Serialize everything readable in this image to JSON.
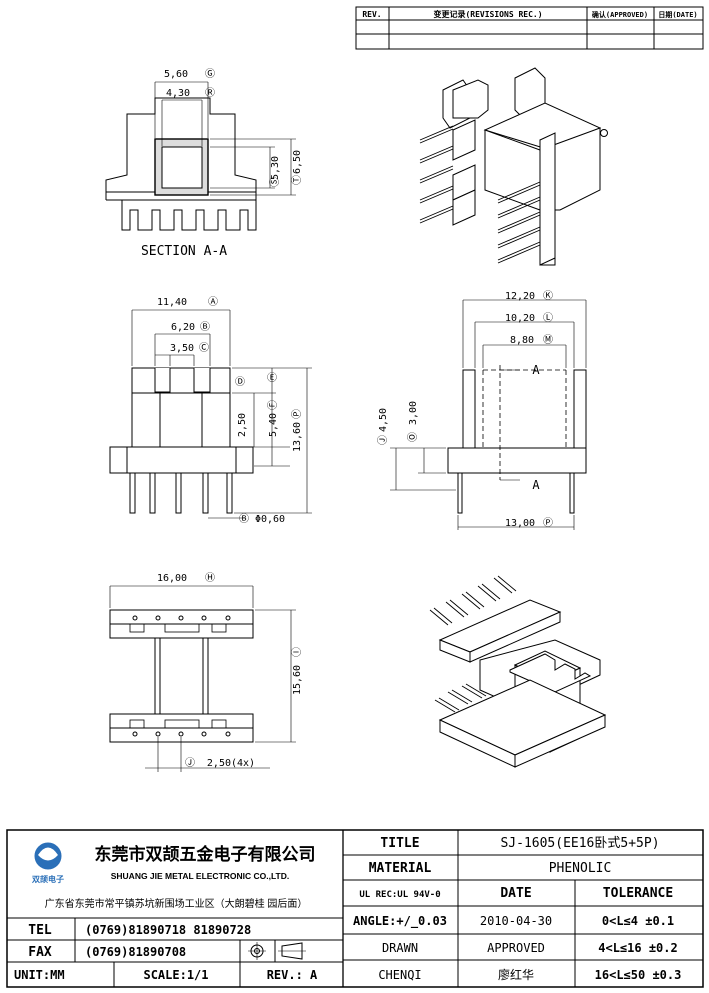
{
  "revision_table": {
    "col_rev": "REV.",
    "col_records": "变更记录(REVISIONS REC.)",
    "col_approved": "确认(APPROVED)",
    "col_date": "日期(DATE)"
  },
  "section_label": "SECTION A-A",
  "dimensions": {
    "sec_w_outer": "5,60",
    "sec_w_outer_tag": "Ⓖ",
    "sec_w_inner": "4,30",
    "sec_w_inner_tag": "Ⓡ",
    "sec_h_inner": "5,30",
    "sec_h_inner_tag": "Ⓢ",
    "sec_h_outer": "6,50",
    "sec_h_outer_tag": "Ⓣ",
    "front_w_total": "11,40",
    "front_w_total_tag": "Ⓐ",
    "front_w_mid": "6,20",
    "front_w_mid_tag": "Ⓑ",
    "front_w_slot": "3,50",
    "front_w_slot_tag": "Ⓒ",
    "front_d": "Ⓓ",
    "front_e": "Ⓔ",
    "front_h_flange": "2,50",
    "front_h_mid": "5,40",
    "front_h_mid_tag": "Ⓕ",
    "front_h_total": "13,60",
    "front_h_total_tag": "Ⓟ",
    "pin_dia": "Φ0,60",
    "pin_dia_tag": "Ⓑ",
    "side_w_total": "12,20",
    "side_w_total_tag": "Ⓚ",
    "side_w_mid": "10,20",
    "side_w_mid_tag": "Ⓛ",
    "side_w_inner": "8,80",
    "side_w_inner_tag": "Ⓜ",
    "side_h_outer": "4,50",
    "side_h_outer_tag": "Ⓙ",
    "side_h_inner": "3,00",
    "side_h_inner_tag": "Ⓞ",
    "side_w_base": "13,00",
    "side_w_base_tag": "Ⓟ",
    "section_mark": "A",
    "bottom_w": "16,00",
    "bottom_w_tag": "Ⓗ",
    "bottom_h": "15,60",
    "bottom_h_tag": "Ⓘ",
    "pin_pitch": "2,50(4x)",
    "pin_pitch_tag": "Ⓙ"
  },
  "company": {
    "name_cn": "东莞市双颉五金电子有限公司",
    "name_en": "SHUANG JIE METAL ELECTRONIC CO.,LTD.",
    "logo_text": "双颉电子",
    "address": "广东省东莞市常平镇苏坑新围场工业区（大朗碧桂 园后面）",
    "tel_label": "TEL",
    "tel_value": "(0769)81890718  81890728",
    "fax_label": "FAX",
    "fax_value": "(0769)81890708",
    "unit": "UNIT:MM",
    "scale": "SCALE:1/1",
    "rev": "REV.: A"
  },
  "title_block": {
    "title_label": "TITLE",
    "title_value": "SJ-1605(EE16卧式5+5P)",
    "material_label": "MATERIAL",
    "material_value": "PHENOLIC",
    "ul_label": "UL REC:UL 94V-0",
    "date_label": "DATE",
    "tolerance_label": "TOLERANCE",
    "angle": "ANGLE:+/_0.03",
    "date_value": "2010-04-30",
    "tol_1": "0<L≤4   ±0.1",
    "drawn_label": "DRAWN",
    "approved_label": "APPROVED",
    "tol_2": "4<L≤16  ±0.2",
    "drawn_value": "CHENQI",
    "approved_value": "廖红华",
    "tol_3": "16<L≤50  ±0.3"
  }
}
